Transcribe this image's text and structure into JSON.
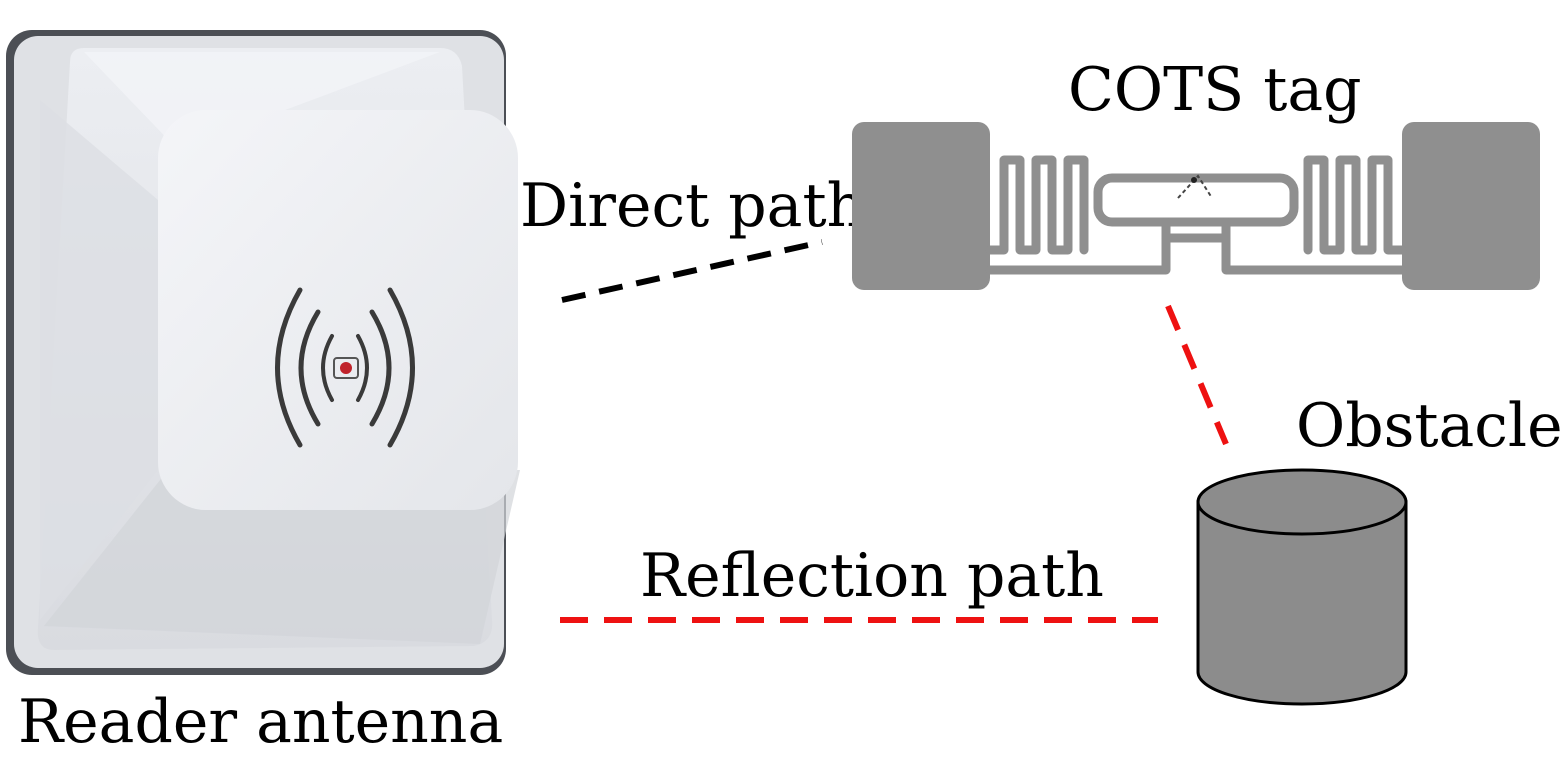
{
  "labels": {
    "reader_antenna": "Reader antenna",
    "direct_path": "Direct path",
    "reflection_path": "Reflection path",
    "cots_tag": "COTS tag",
    "obstacle": "Obstacle"
  },
  "colors": {
    "direct_path": "#000000",
    "reflection_path": "#ee1111",
    "tag_fill": "#8f8f8f",
    "obstacle_fill": "#8c8c8c",
    "antenna_body": "#e9eaee",
    "antenna_frame": "#55585e"
  },
  "icons": {
    "antenna": "rfid-reader-antenna-icon",
    "tag": "uhf-rfid-tag-icon",
    "obstacle": "cylinder-icon"
  }
}
